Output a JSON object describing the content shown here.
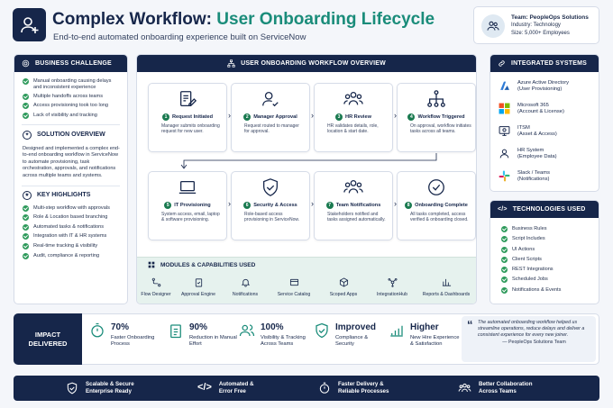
{
  "header": {
    "title_a": "Complex Workflow:",
    "title_b": "User Onboarding Lifecycle",
    "subtitle": "End-to-end automated onboarding experience built on ServiceNow",
    "team_name": "Team: PeopleOps Solutions",
    "team_industry": "Industry: Technology",
    "team_size": "Size: 5,000+ Employees"
  },
  "challenge": {
    "title": "BUSINESS CHALLENGE",
    "items": [
      "Manual onboarding causing delays and inconsistent experience",
      "Multiple handoffs across teams",
      "Access provisioning took too long",
      "Lack of visibility and tracking"
    ]
  },
  "solution": {
    "title": "SOLUTION OVERVIEW",
    "text": "Designed and implemented a complex end-to-end onboarding workflow in ServiceNow to automate provisioning, task orchestration, approvals, and notifications across multiple teams and systems."
  },
  "highlights": {
    "title": "KEY HIGHLIGHTS",
    "items": [
      "Multi-step workflow with approvals",
      "Role & Location based branching",
      "Automated tasks & notifications",
      "Integration with IT & HR systems",
      "Real-time tracking & visibility",
      "Audit, compliance & reporting"
    ]
  },
  "workflow": {
    "title": "USER ONBOARDING WORKFLOW OVERVIEW",
    "steps": [
      {
        "num": "1",
        "title": "Request Initiated",
        "desc": "Manager submits onboarding request for new user."
      },
      {
        "num": "2",
        "title": "Manager Approval",
        "desc": "Request routed to manager for approval."
      },
      {
        "num": "3",
        "title": "HR Review",
        "desc": "HR validates details, role, location & start date."
      },
      {
        "num": "4",
        "title": "Workflow Triggered",
        "desc": "On approval, workflow initiates tasks across all teams."
      },
      {
        "num": "5",
        "title": "IT Provisioning",
        "desc": "System access, email, laptop & software provisioning."
      },
      {
        "num": "6",
        "title": "Security & Access",
        "desc": "Role-based access provisioning in ServiceNow."
      },
      {
        "num": "7",
        "title": "Team Notifications",
        "desc": "Stakeholders notified and tasks assigned automatically."
      },
      {
        "num": "8",
        "title": "Onboarding Complete",
        "desc": "All tasks completed, access verified & onboarding closed."
      }
    ]
  },
  "modules": {
    "title": "MODULES & CAPABILITIES USED",
    "items": [
      "Flow Designer",
      "Approval Engine",
      "Notifications",
      "Service Catalog",
      "Scoped Apps",
      "IntegrationHub",
      "Reports & Dashboards"
    ]
  },
  "systems": {
    "title": "INTEGRATED SYSTEMS",
    "items": [
      {
        "name": "Azure Active Directory",
        "detail": "(User Provisioning)"
      },
      {
        "name": "Microsoft 365",
        "detail": "(Account & License)"
      },
      {
        "name": "ITSM",
        "detail": "(Asset & Access)"
      },
      {
        "name": "HR System",
        "detail": "(Employee Data)"
      },
      {
        "name": "Slack / Teams",
        "detail": "(Notifications)"
      }
    ]
  },
  "technologies": {
    "title": "TECHNOLOGIES USED",
    "items": [
      "Business Rules",
      "Script Includes",
      "UI Actions",
      "Client Scripts",
      "REST Integrations",
      "Scheduled Jobs",
      "Notifications & Events"
    ]
  },
  "impact": {
    "title_a": "IMPACT",
    "title_b": "DELIVERED",
    "items": [
      {
        "value": "70%",
        "label_a": "Faster Onboarding",
        "label_b": "Process"
      },
      {
        "value": "90%",
        "label_a": "Reduction in Manual",
        "label_b": "Effort"
      },
      {
        "value": "100%",
        "label_a": "Visibility & Tracking",
        "label_b": "Across Teams"
      },
      {
        "value": "Improved",
        "label_a": "Compliance &",
        "label_b": "Security"
      },
      {
        "value": "Higher",
        "label_a": "New Hire Experience",
        "label_b": "& Satisfaction"
      }
    ],
    "quote": "The automated onboarding workflow helped us streamline operations, reduce delays and deliver a consistent experience for every new joiner.",
    "quote_author": "— PeopleOps Solutions Team"
  },
  "footer": [
    {
      "a": "Scalable & Secure",
      "b": "Enterprise Ready"
    },
    {
      "a": "Automated &",
      "b": "Error Free"
    },
    {
      "a": "Faster Delivery &",
      "b": "Reliable Processes"
    },
    {
      "a": "Better Collaboration",
      "b": "Across Teams"
    }
  ],
  "colors": {
    "navy": "#16264a",
    "teal": "#1a8c7a",
    "green": "#2e9a5b"
  }
}
